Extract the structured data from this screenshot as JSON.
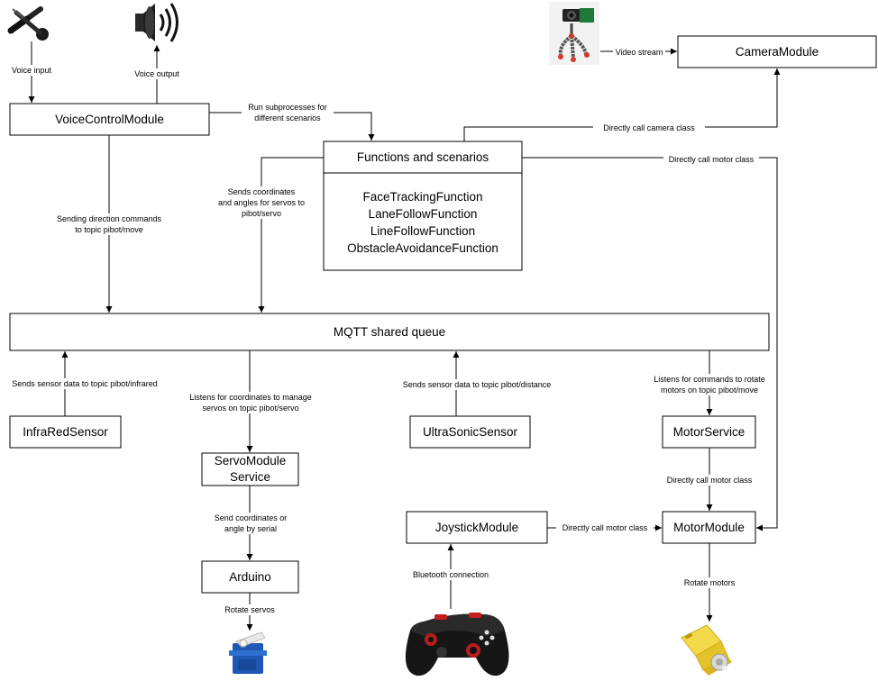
{
  "boxes": {
    "voice_control": "VoiceControlModule",
    "camera": "CameraModule",
    "functions_title": "Functions and scenarios",
    "functions_list": [
      "FaceTrackingFunction",
      "LaneFollowFunction",
      "LineFollowFunction",
      "ObstacleAvoidanceFunction"
    ],
    "mqtt": "MQTT shared queue",
    "infrared": "InfraRedSensor",
    "servo_service": [
      "ServoModule",
      "Service"
    ],
    "ultrasonic": "UltraSonicSensor",
    "motor_service": "MotorService",
    "joystick": "JoystickModule",
    "motor_module": "MotorModule",
    "arduino": "Arduino"
  },
  "edges": {
    "voice_input": "Voice input",
    "voice_output": "Voice output",
    "video_stream": "Video stream",
    "run_subprocesses": [
      "Run subprocesses for",
      "different scenarios"
    ],
    "directly_call_camera": "Directly call camera class",
    "directly_call_motor_top": "Directly call motor class",
    "sends_coordinates": [
      "Sends coordinates",
      "and angles for servos to",
      "pibot/servo"
    ],
    "sending_direction": [
      "Sending direction commands",
      "to topic pibot/move"
    ],
    "infrared_data": "Sends sensor data to topic pibot/infrared",
    "listens_coordinates": [
      "Listens for coordinates to manage",
      "servos on topic pibot/servo"
    ],
    "distance_data": "Sends sensor data to topic pibot/distance",
    "listens_commands": [
      "Listens for commands to rotate",
      "motors on topic pibot/move"
    ],
    "directly_call_motor_service": "Directly call motor class",
    "send_coordinates_serial": [
      "Send coordinates or",
      "angle by serial"
    ],
    "directly_call_motor_joystick": "Directly call motor class",
    "bluetooth": "Bluetooth connection",
    "rotate_servos": "Rotate servos",
    "rotate_motors": "Rotate motors"
  },
  "icons": {
    "microphone": "microphone-icon",
    "speaker": "speaker-icon",
    "camera": "camera-tripod-icon",
    "servo": "servo-motor-icon",
    "gamepad": "gamepad-icon",
    "dc_motor": "dc-motor-icon"
  }
}
